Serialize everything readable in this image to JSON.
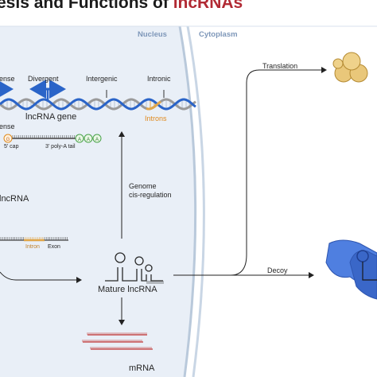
{
  "title": {
    "prefix": "esis and Functions of ",
    "accent": "lncRNAs"
  },
  "regions": {
    "nucleus": "Nucleus",
    "cytoplasm": "Cytoplasm"
  },
  "gene_types": {
    "sense_top": "ense",
    "divergent": "Divergent",
    "intergenic": "Intergenic",
    "intronic": "Intronic"
  },
  "gene_labels": {
    "lncrna_gene": "lncRNA gene",
    "introns": "Introns",
    "sense_bottom": "ense"
  },
  "transcript": {
    "cap_letter": "G",
    "cap_label": "5' cap",
    "tail_letters": [
      "A",
      "A",
      "A"
    ],
    "tail_label": "3' poly-A tail"
  },
  "left_labels": {
    "lncrna": "lncRNA",
    "intron": "Intron",
    "exon": "Exon"
  },
  "functions": {
    "genome_line1": "Genome",
    "genome_line2": "cis-regulation",
    "mature": "Mature lncRNA",
    "mrna": "mRNA",
    "translation": "Translation",
    "decoy": "Decoy"
  },
  "colors": {
    "accent": "#b12a34",
    "nucleus_bg": "#e9eff7",
    "membrane": "#b9c9db",
    "dna_blue": "#2a64c8",
    "dna_gray": "#9a9a9a",
    "intron_orange": "#e0a64a",
    "ribosome": "#e9c77a",
    "protein_blue": "#4f7fe0",
    "mrna_red": "#c23b3b"
  }
}
